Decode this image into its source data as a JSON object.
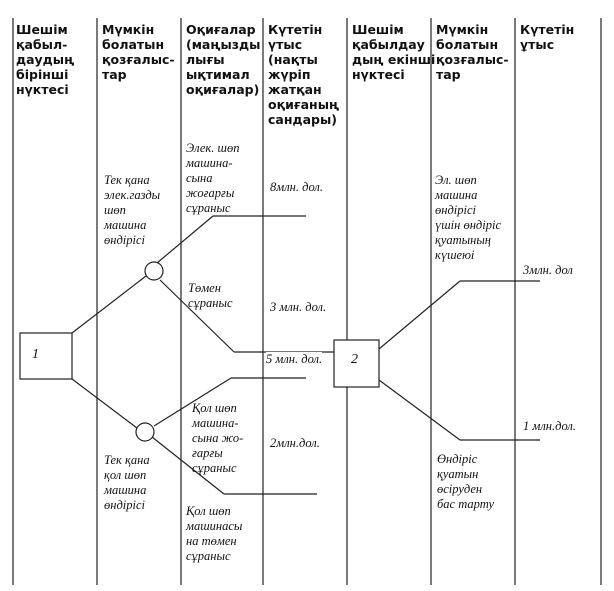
{
  "headers": [
    "Шешім\nқабыл-\nдаудың\nбірінші\nнүктесі",
    "Мүмкін\nболатын\nқозғалыс-\nтар",
    "Оқиғалар\n(маңызды\nлығы\nықтимал\nоқиғалар)",
    "Күтетін\nүтыс\n(нақты\nжүріп\nжатқан\nоқиғаның\nсандары)",
    "Шешім\nқабылдау\nдың екінші\nнүктесі",
    "Мүмкін\nболатын\nқозғалыс-\nтар",
    "Күтетін\nұтыс"
  ],
  "nodes": {
    "decision1": "1",
    "decision2": "2"
  },
  "moves": {
    "electric_only": "Тек қана\nэлек.газды\nшөп\nмашина\nөндірісі",
    "manual_only": "Тек қана\nқол шөп\nмашина\nөндірісі",
    "expand": "Эл. шөп\nмашина\nөндірісі\nүшін өндіріс\nқуатының\nкүшеюі",
    "refuse": "Өндіріс\nқуатын\nөсіруден\nбас тарту"
  },
  "events": {
    "elec_high": "Элек. шөп\nмашина-\nсына\nжоғарғы\nсұраныс",
    "elec_low": "Төмен\nсұраныс",
    "manual_high": "Қол шөп\nмашина-\nсына жо-\nғарғы\nсұраныс",
    "manual_low": "Қол шөп\nмашинасы\nна төмен\nсұраныс"
  },
  "payoffs": {
    "p1": "8млн. дол.",
    "p2": "3 млн. дол.",
    "p3": "5 млн. дол.",
    "p4": "2млн.дол.",
    "p5": "3млн. дол",
    "p6": "1 млн.дол."
  }
}
